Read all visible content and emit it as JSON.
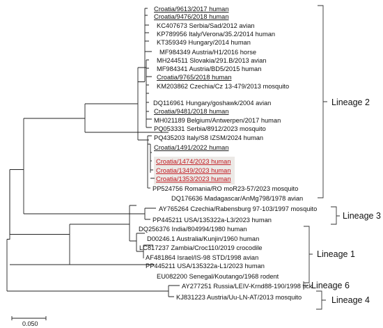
{
  "tree": {
    "taxa": [
      {
        "id": "t1",
        "label": "Croatia/9613/2017 human",
        "style": "underline"
      },
      {
        "id": "t2",
        "label": "Croatia/9476/2018 human",
        "style": "underline"
      },
      {
        "id": "t3",
        "label": "KC407673 Serbia/Sad/2012 avian",
        "style": "normal"
      },
      {
        "id": "t4",
        "label": "KP789956 Italy/Verona/35.2/2014 human",
        "style": "normal"
      },
      {
        "id": "t5",
        "label": "KT359349 Hungary/2014 human",
        "style": "normal"
      },
      {
        "id": "t6",
        "label": "MF984349 Austria/H1/2016 horse",
        "style": "normal"
      },
      {
        "id": "t7",
        "label": "MH244511 Slovakia/291.B/2013 avian",
        "style": "normal"
      },
      {
        "id": "t8",
        "label": "MF984341 Austria/BD5/2015 human",
        "style": "normal"
      },
      {
        "id": "t9",
        "label": "Croatia/9765/2018 human",
        "style": "underline"
      },
      {
        "id": "t10",
        "label": "KM203862 Czechia/Cz 13-479/2013 mosquito",
        "style": "normal"
      },
      {
        "id": "t11",
        "label": "DQ116961 Hungary/goshawk/2004 avian",
        "style": "normal"
      },
      {
        "id": "t12",
        "label": "Croatia/9481/2018 human",
        "style": "underline"
      },
      {
        "id": "t13",
        "label": "MH021189 Belgium/Antwerpen/2017 human",
        "style": "normal"
      },
      {
        "id": "t14",
        "label": "PQ053331 Serbia/8912/2023 mosquito",
        "style": "normal"
      },
      {
        "id": "t15",
        "label": "PQ435203 Italy/S8 IZSM/2024 human",
        "style": "normal"
      },
      {
        "id": "t16",
        "label": "Croatia/1491/2022 human",
        "style": "underline"
      },
      {
        "id": "t17",
        "label": "Croatia/1474/2023 human",
        "style": "highlight"
      },
      {
        "id": "t18",
        "label": "Croatia/1349/2023 human",
        "style": "highlight"
      },
      {
        "id": "t19",
        "label": "Croatia/1353/2023 human",
        "style": "highlight"
      },
      {
        "id": "t20",
        "label": "PP524756 Romania/RO moR23-57/2023 mosquito",
        "style": "normal"
      },
      {
        "id": "t21",
        "label": "DQ176636 Madagascar/AnMg798/1978 avian",
        "style": "normal"
      },
      {
        "id": "t22",
        "label": "AY765264 Czechia/Rabensburg 97-103/1997 mosquito",
        "style": "normal"
      },
      {
        "id": "t23",
        "label": "PP445211 USA/135322a-L3/2023 human",
        "style": "normal"
      },
      {
        "id": "t24",
        "label": "DQ256376 India/804994/1980 human",
        "style": "normal"
      },
      {
        "id": "t25",
        "label": "D00246.1 Australia/Kunjin/1960 human",
        "style": "normal"
      },
      {
        "id": "t26",
        "label": "LC817237 Zambia/Croc110/2019 crocodile",
        "style": "normal"
      },
      {
        "id": "t27",
        "label": "AF481864 Israel/IS-98 STD/1998 avian",
        "style": "normal"
      },
      {
        "id": "t28",
        "label": "PP445211 USA/135322a-L1/2023 human",
        "style": "normal"
      },
      {
        "id": "t29",
        "label": "EU082200 Senegal/Koutango/1968 rodent",
        "style": "normal"
      },
      {
        "id": "t30",
        "label": "AY277251 Russia/LEIV-Krnd88-190/1998 tick",
        "style": "normal"
      },
      {
        "id": "t31",
        "label": "KJ831223 Austria/Uu-LN-AT/2013 mosquito",
        "style": "normal"
      }
    ],
    "lineages": [
      {
        "id": "lin2",
        "label": "Lineage 2"
      },
      {
        "id": "lin3",
        "label": "Lineage 3"
      },
      {
        "id": "lin1",
        "label": "Lineage 1"
      },
      {
        "id": "lin6",
        "label": "Lineage 6"
      },
      {
        "id": "lin4",
        "label": "Lineage 4"
      }
    ],
    "scale_bar": {
      "label": "0.050",
      "value": 0.05
    },
    "colors": {
      "highlight_text": "#c0161d",
      "highlight_bg": "#ece9e6",
      "line": "#222222"
    }
  }
}
